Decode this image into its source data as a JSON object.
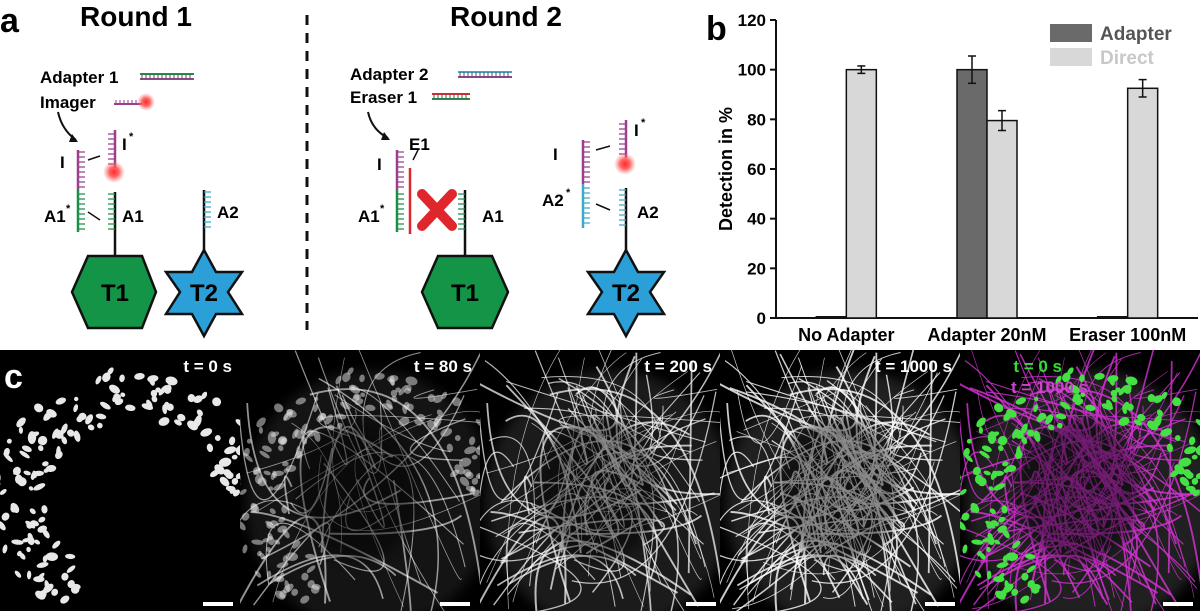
{
  "panels": {
    "a": {
      "letter": "a",
      "round1": {
        "title": "Round 1",
        "adapter_label": "Adapter 1",
        "imager_label": "Imager",
        "lbl_I": "I",
        "lbl_Istar": "I",
        "lbl_A1star": "A1",
        "lbl_A1": "A1",
        "lbl_A2": "A2",
        "target1": "T1",
        "target2": "T2"
      },
      "round2": {
        "title": "Round 2",
        "adapter_label": "Adapter 2",
        "eraser_label": "Eraser 1",
        "lbl_E1": "E1",
        "lbl_I": "I",
        "lbl_A1star": "A1",
        "lbl_A1": "A1",
        "lbl_I_b": "I",
        "lbl_Istar": "I",
        "lbl_A2star": "A2",
        "lbl_A2": "A2",
        "target1": "T1",
        "target2": "T2"
      },
      "star_mark": "*",
      "colors": {
        "target1": "#149447",
        "target2": "#2a9fd8",
        "strand_green": "#1a8f48",
        "strand_purple": "#9b3f8c",
        "strand_blue": "#3fa8c8",
        "strand_red": "#e0262d",
        "dye": "#ff4040",
        "cross": "#e0262d"
      }
    },
    "b": {
      "letter": "b"
    },
    "c": {
      "letter": "c",
      "frames": [
        {
          "time": "t = 0 s"
        },
        {
          "time": "t = 80 s"
        },
        {
          "time": "t = 200 s"
        },
        {
          "time": "t = 1000 s"
        },
        {
          "time": "t = 0 s",
          "time2": "t = 1000 s"
        }
      ],
      "colors": {
        "overlay_green": "#33dd33",
        "overlay_magenta": "#cc33cc",
        "scale_bar": "#ffffff"
      }
    }
  },
  "chart_data": {
    "type": "bar",
    "categories": [
      "No Adapter",
      "Adapter 20nM",
      "Eraser 100nM"
    ],
    "series": [
      {
        "name": "Adapter",
        "values": [
          0.5,
          100,
          0.5
        ],
        "errors": [
          0,
          5.5,
          0
        ],
        "color": "#6a6a6a"
      },
      {
        "name": "Direct",
        "values": [
          100,
          79.5,
          92.5
        ],
        "errors": [
          1.5,
          4,
          3.5
        ],
        "color": "#d8d8d8"
      }
    ],
    "title": "",
    "xlabel": "",
    "ylabel": "Detection in %",
    "ylim": [
      0,
      120
    ],
    "yticks": [
      0,
      20,
      40,
      60,
      80,
      100,
      120
    ],
    "grid": false,
    "legend": "top-right"
  }
}
